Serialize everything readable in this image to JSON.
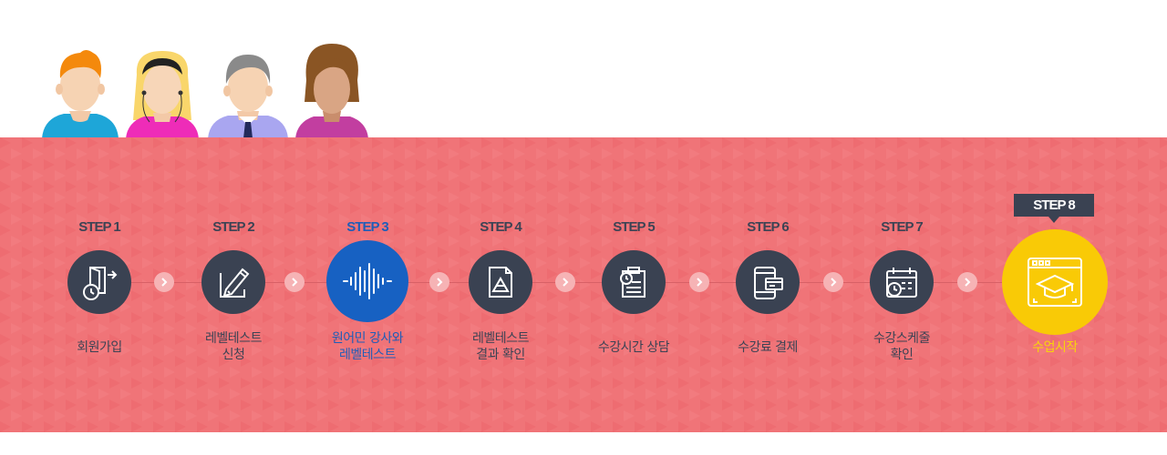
{
  "steps": [
    {
      "label": "STEP 1",
      "caption": [
        "회원가입"
      ],
      "icon": "door-exit-clock-icon"
    },
    {
      "label": "STEP 2",
      "caption": [
        "레벨테스트",
        "신청"
      ],
      "icon": "pencil-paper-icon"
    },
    {
      "label": "STEP 3",
      "caption": [
        "원어민 강사와",
        "레벨테스트"
      ],
      "icon": "sound-wave-icon"
    },
    {
      "label": "STEP 4",
      "caption": [
        "레벨테스트",
        "결과 확인"
      ],
      "icon": "document-chart-icon"
    },
    {
      "label": "STEP 5",
      "caption": [
        "수강시간 상담"
      ],
      "icon": "clipboard-clock-icon"
    },
    {
      "label": "STEP 6",
      "caption": [
        "수강료 결제"
      ],
      "icon": "phone-card-icon"
    },
    {
      "label": "STEP 7",
      "caption": [
        "수강스케줄",
        "확인"
      ],
      "icon": "calendar-clock-icon"
    },
    {
      "label": "STEP 8",
      "caption": [
        "수업시작"
      ],
      "icon": "graduation-cap-window-icon"
    }
  ],
  "colors": {
    "band": "#f07478",
    "dark": "#3a4252",
    "active": "#1761c2",
    "final": "#f9ca06"
  }
}
